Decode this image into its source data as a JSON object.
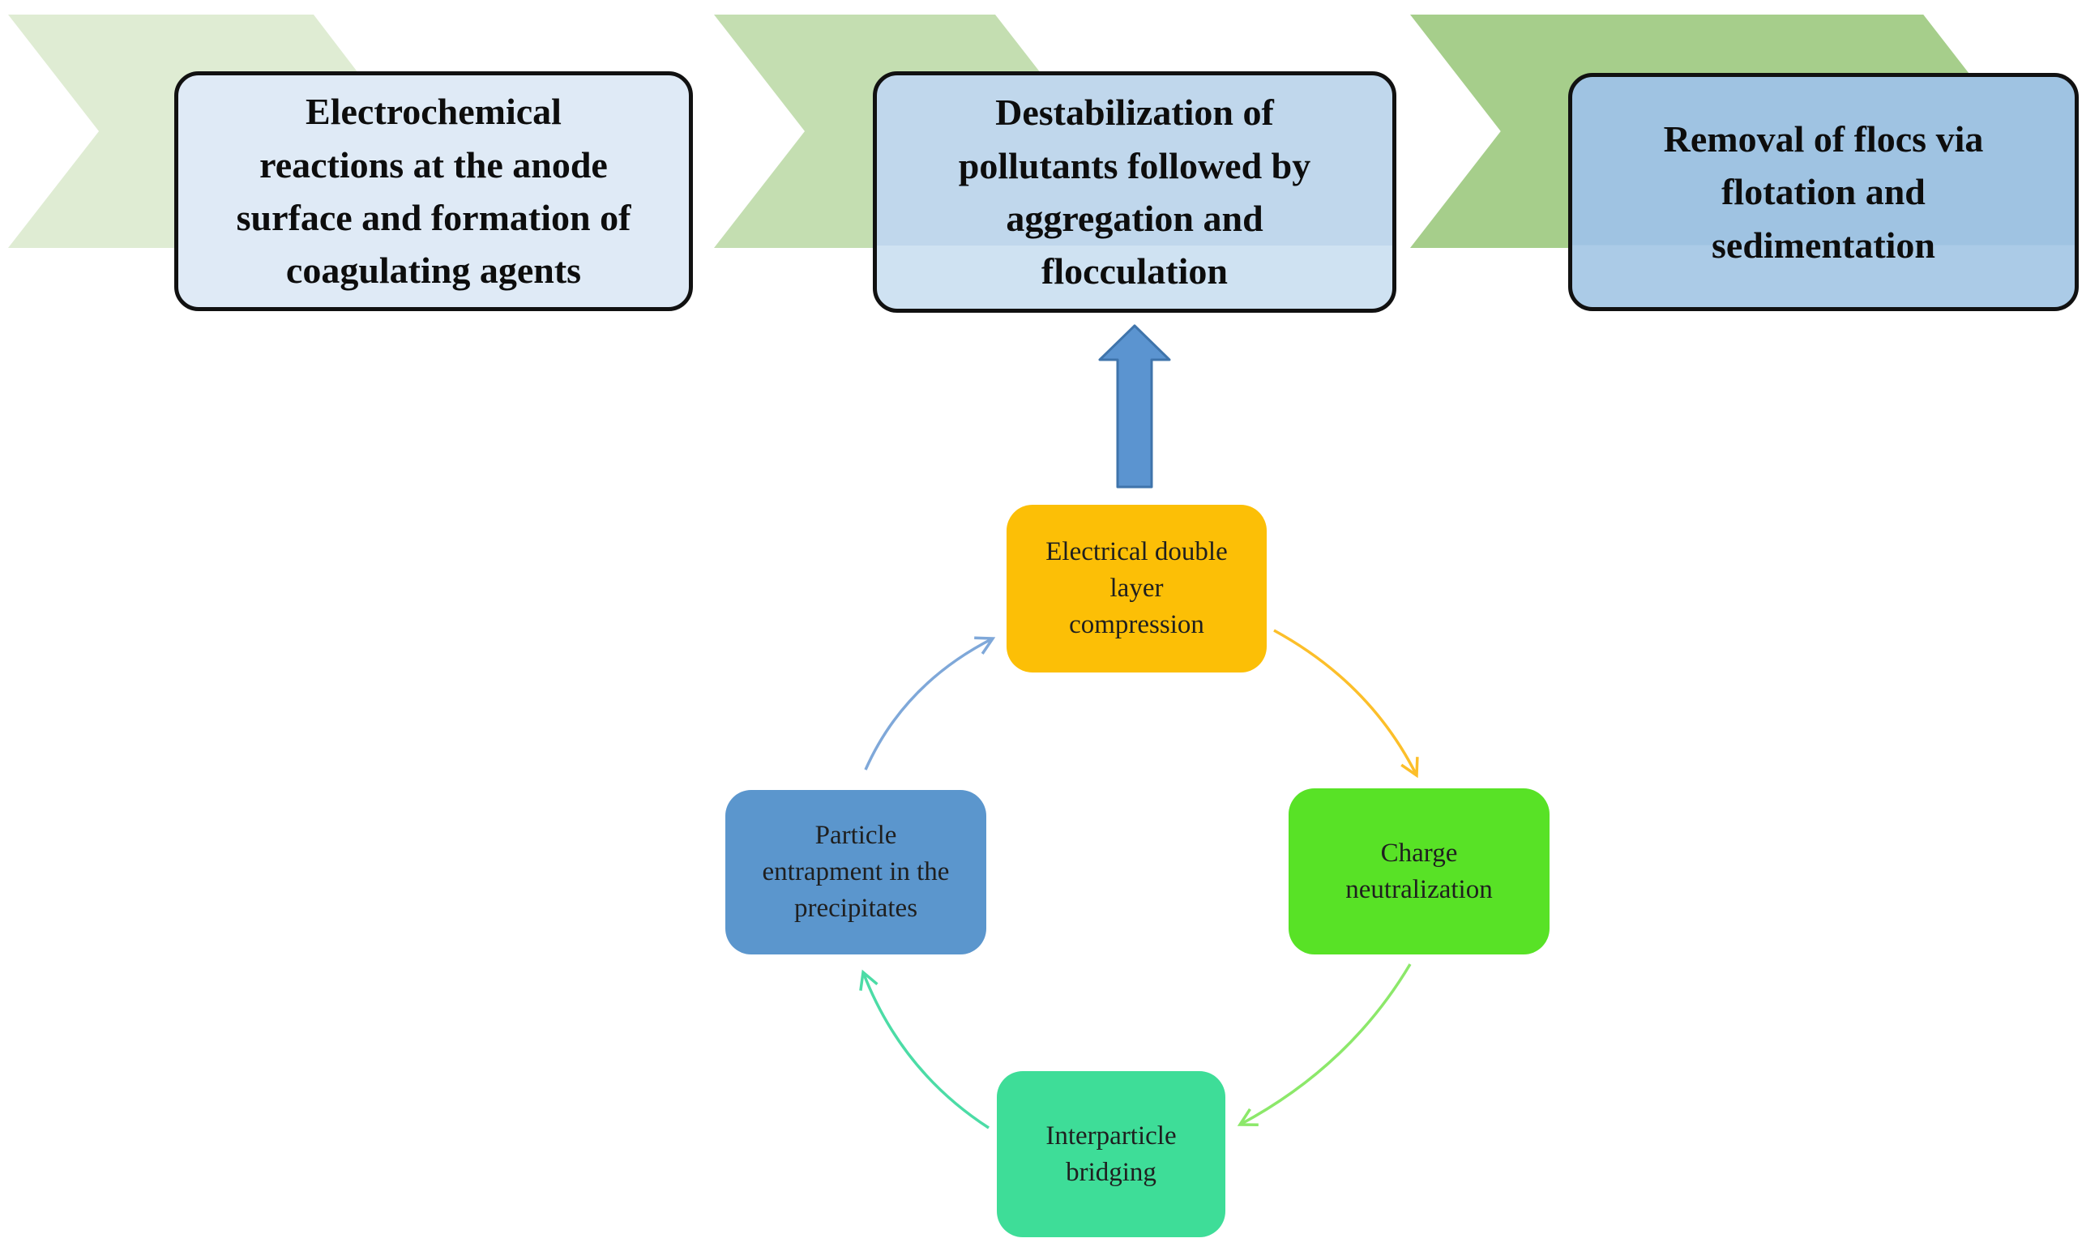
{
  "steps": [
    {
      "label": "Electrochemical reactions at the anode surface and formation of coagulating agents"
    },
    {
      "label": "Destabilization of pollutants followed by aggregation and flocculation"
    },
    {
      "label": "Removal of flocs via flotation and sedimentation"
    }
  ],
  "cycle": {
    "top": {
      "label": "Electrical double layer compression",
      "color": "#fcbf06"
    },
    "right": {
      "label": "Charge neutralization",
      "color": "#58e226"
    },
    "bottom": {
      "label": "Interparticle bridging",
      "color": "#3edd98"
    },
    "left": {
      "label": "Particle entrapment in the precipitates",
      "color": "#5b96cd"
    }
  },
  "colors": {
    "chevron_1": "#dfecd3",
    "chevron_2": "#c4deb1",
    "chevron_3": "#a6ce8b",
    "step_box_1": "#dfeaf6",
    "step_box_2": "#c0d7ec",
    "step_box_3": "#9fc3e2",
    "step_box_border": "#111111",
    "up_arrow_fill": "#5b94d0",
    "up_arrow_border": "#3f74ab",
    "cycle_arrow_left_to_top": "#7fa8d9",
    "cycle_arrow_top_to_right": "#fcbf2a",
    "cycle_arrow_right_to_bottom": "#8ce86a",
    "cycle_arrow_bottom_to_left": "#4cdca6",
    "text": "#0d0d0d"
  },
  "icons": {
    "chevrons": "right-chevron-arrow-icon",
    "up_arrow": "up-block-arrow-icon",
    "cycle_arrows": "curved-arrow-icon"
  }
}
